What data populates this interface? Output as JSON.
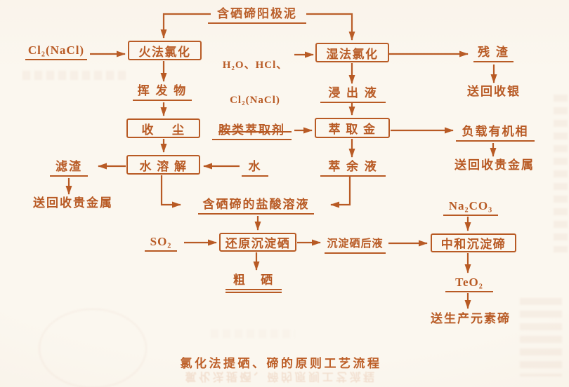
{
  "colors": {
    "ink": "#b85a24",
    "paper": "#fbf7ef"
  },
  "caption": "氯化法提硒、碲的原则工艺流程",
  "nodes": {
    "anode_slime": "含硒碲阳极泥",
    "cl2_nacl_left": "Cl₂(NaCl)",
    "fire_chlorination": "火法氯化",
    "volatiles": "挥 发 物",
    "dust_collection": "收    尘",
    "water": "水",
    "water_dissolution": "水 溶 解",
    "filter_residue": "滤渣",
    "send_precious_left": "送回收贵金属",
    "h2o_hcl_line1": "H₂O、HCl、",
    "h2o_hcl_line2": "Cl₂(NaCl)",
    "wet_chlorination": "湿法氯化",
    "residue": "残 渣",
    "send_silver": "送回收银",
    "leach_liquor": "浸 出 液",
    "amine_extractant": "胺类萃取剂",
    "extract_gold": "萃 取 金",
    "loaded_organic": "负载有机相",
    "send_precious_right": "送回收贵金属",
    "raffinate": "萃 余 液",
    "se_te_hcl_solution": "含硒碲的盐酸溶液",
    "so2": "SO₂",
    "reduce_precip_se": "还原沉淀硒",
    "post_se_liquor": "沉淀硒后液",
    "crude_se": "粗   硒",
    "na2co3": "Na₂CO₃",
    "neutral_precip_te": "中和沉淀碲",
    "teo2": "TeO₂",
    "send_elemental_te": "送生产元素碲"
  }
}
